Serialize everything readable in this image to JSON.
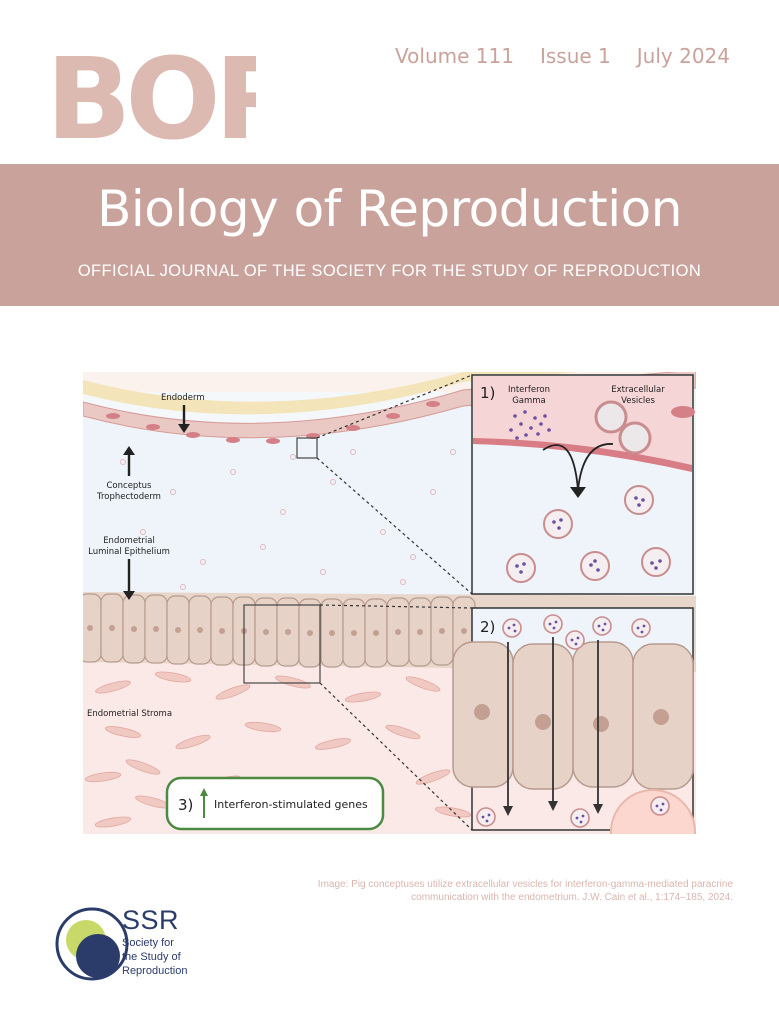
{
  "masthead": {
    "logo_text": "BOR",
    "volume": "Volume 111",
    "issue": "Issue 1",
    "date": "July 2024"
  },
  "journal": {
    "title": "Biology of Reproduction",
    "subtitle": "OFFICIAL JOURNAL OF THE SOCIETY FOR THE STUDY OF REPRODUCTION"
  },
  "figure": {
    "labels": {
      "endoderm": "Endoderm",
      "conceptus_line1": "Conceptus",
      "conceptus_line2": "Trophectoderm",
      "epithelium_line1": "Endometrial",
      "epithelium_line2": "Luminal Epithelium",
      "stroma": "Endometrial Stroma"
    },
    "panel1": {
      "number": "1)",
      "ifn_line1": "Interferon",
      "ifn_line2": "Gamma",
      "ev_line1": "Extracellular",
      "ev_line2": "Vesicles"
    },
    "panel2": {
      "number": "2)"
    },
    "panel3": {
      "number": "3)",
      "label": "Interferon-stimulated genes"
    }
  },
  "caption": {
    "line1": "Image: Pig conceptuses utilize extracellular vesicles for interferon-gamma-mediated paracrine",
    "line2": "communication with the endometrium. J.W. Cain et al., 1:174–185, 2024."
  },
  "society": {
    "abbr": "SSR",
    "name_line1": "Society for",
    "name_line2": "the Study of",
    "name_line3": "Reproduction"
  },
  "colors": {
    "brand_rose": "#c9a29b",
    "band": "#c9a29b",
    "ssr_navy": "#2b3c6b",
    "ssr_lime": "#c8d96a",
    "panel_green": "#4c8a42"
  }
}
